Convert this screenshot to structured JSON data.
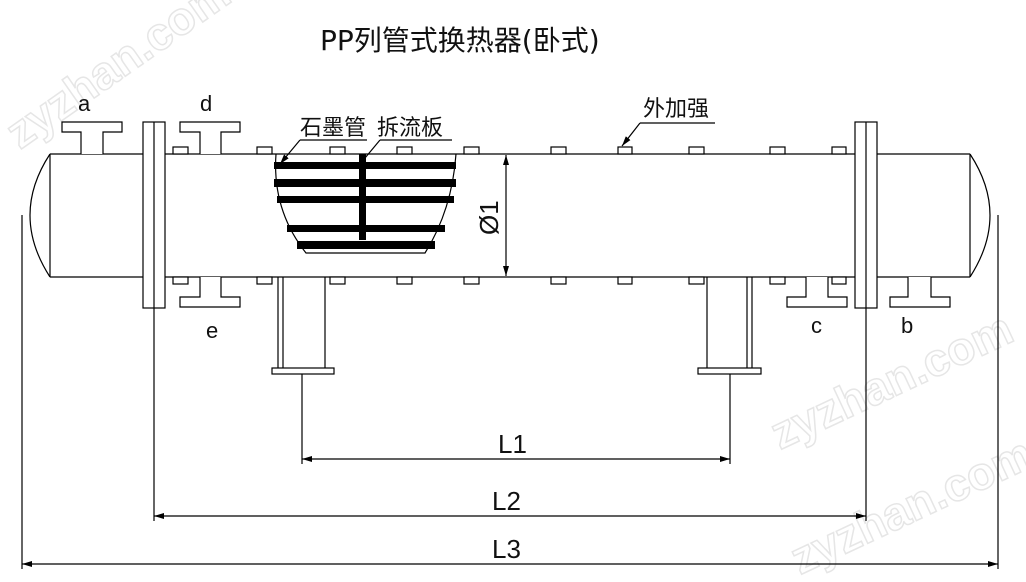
{
  "title": "PP列管式换热器(卧式)",
  "watermark": "zyzhan.com",
  "labels": {
    "graphite_tube": "石墨管",
    "baffle": "拆流板",
    "reinforcement": "外加强",
    "diameter": "Ø1"
  },
  "nozzles": [
    "a",
    "b",
    "c",
    "d",
    "e"
  ],
  "dimensions": {
    "l1": "L1",
    "l2": "L2",
    "l3": "L3"
  }
}
